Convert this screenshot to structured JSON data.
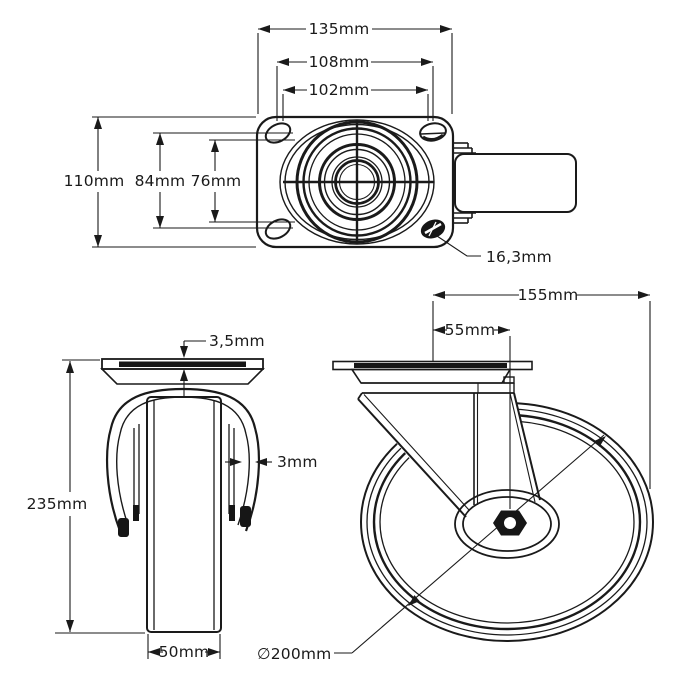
{
  "colors": {
    "line": "#1a1a1a",
    "background": "#ffffff",
    "fill_dark": "#161616"
  },
  "top_view": {
    "dim_overall_width": "135mm",
    "dim_bolt_hole_spacing_w": "108mm",
    "dim_slot_spacing_w": "102mm",
    "dim_overall_depth": "110mm",
    "dim_bolt_hole_spacing_d": "84mm",
    "dim_slot_spacing_d": "76mm",
    "dim_bolt_hole_size": "16,3mm"
  },
  "front_view": {
    "dim_plate_thickness": "3,5mm",
    "dim_fork_thickness": "3mm",
    "dim_overall_height": "235mm",
    "dim_wheel_width": "50mm"
  },
  "side_view": {
    "dim_overall_length": "155mm",
    "dim_swivel_offset": "55mm",
    "dim_wheel_diameter": "∅200mm"
  }
}
